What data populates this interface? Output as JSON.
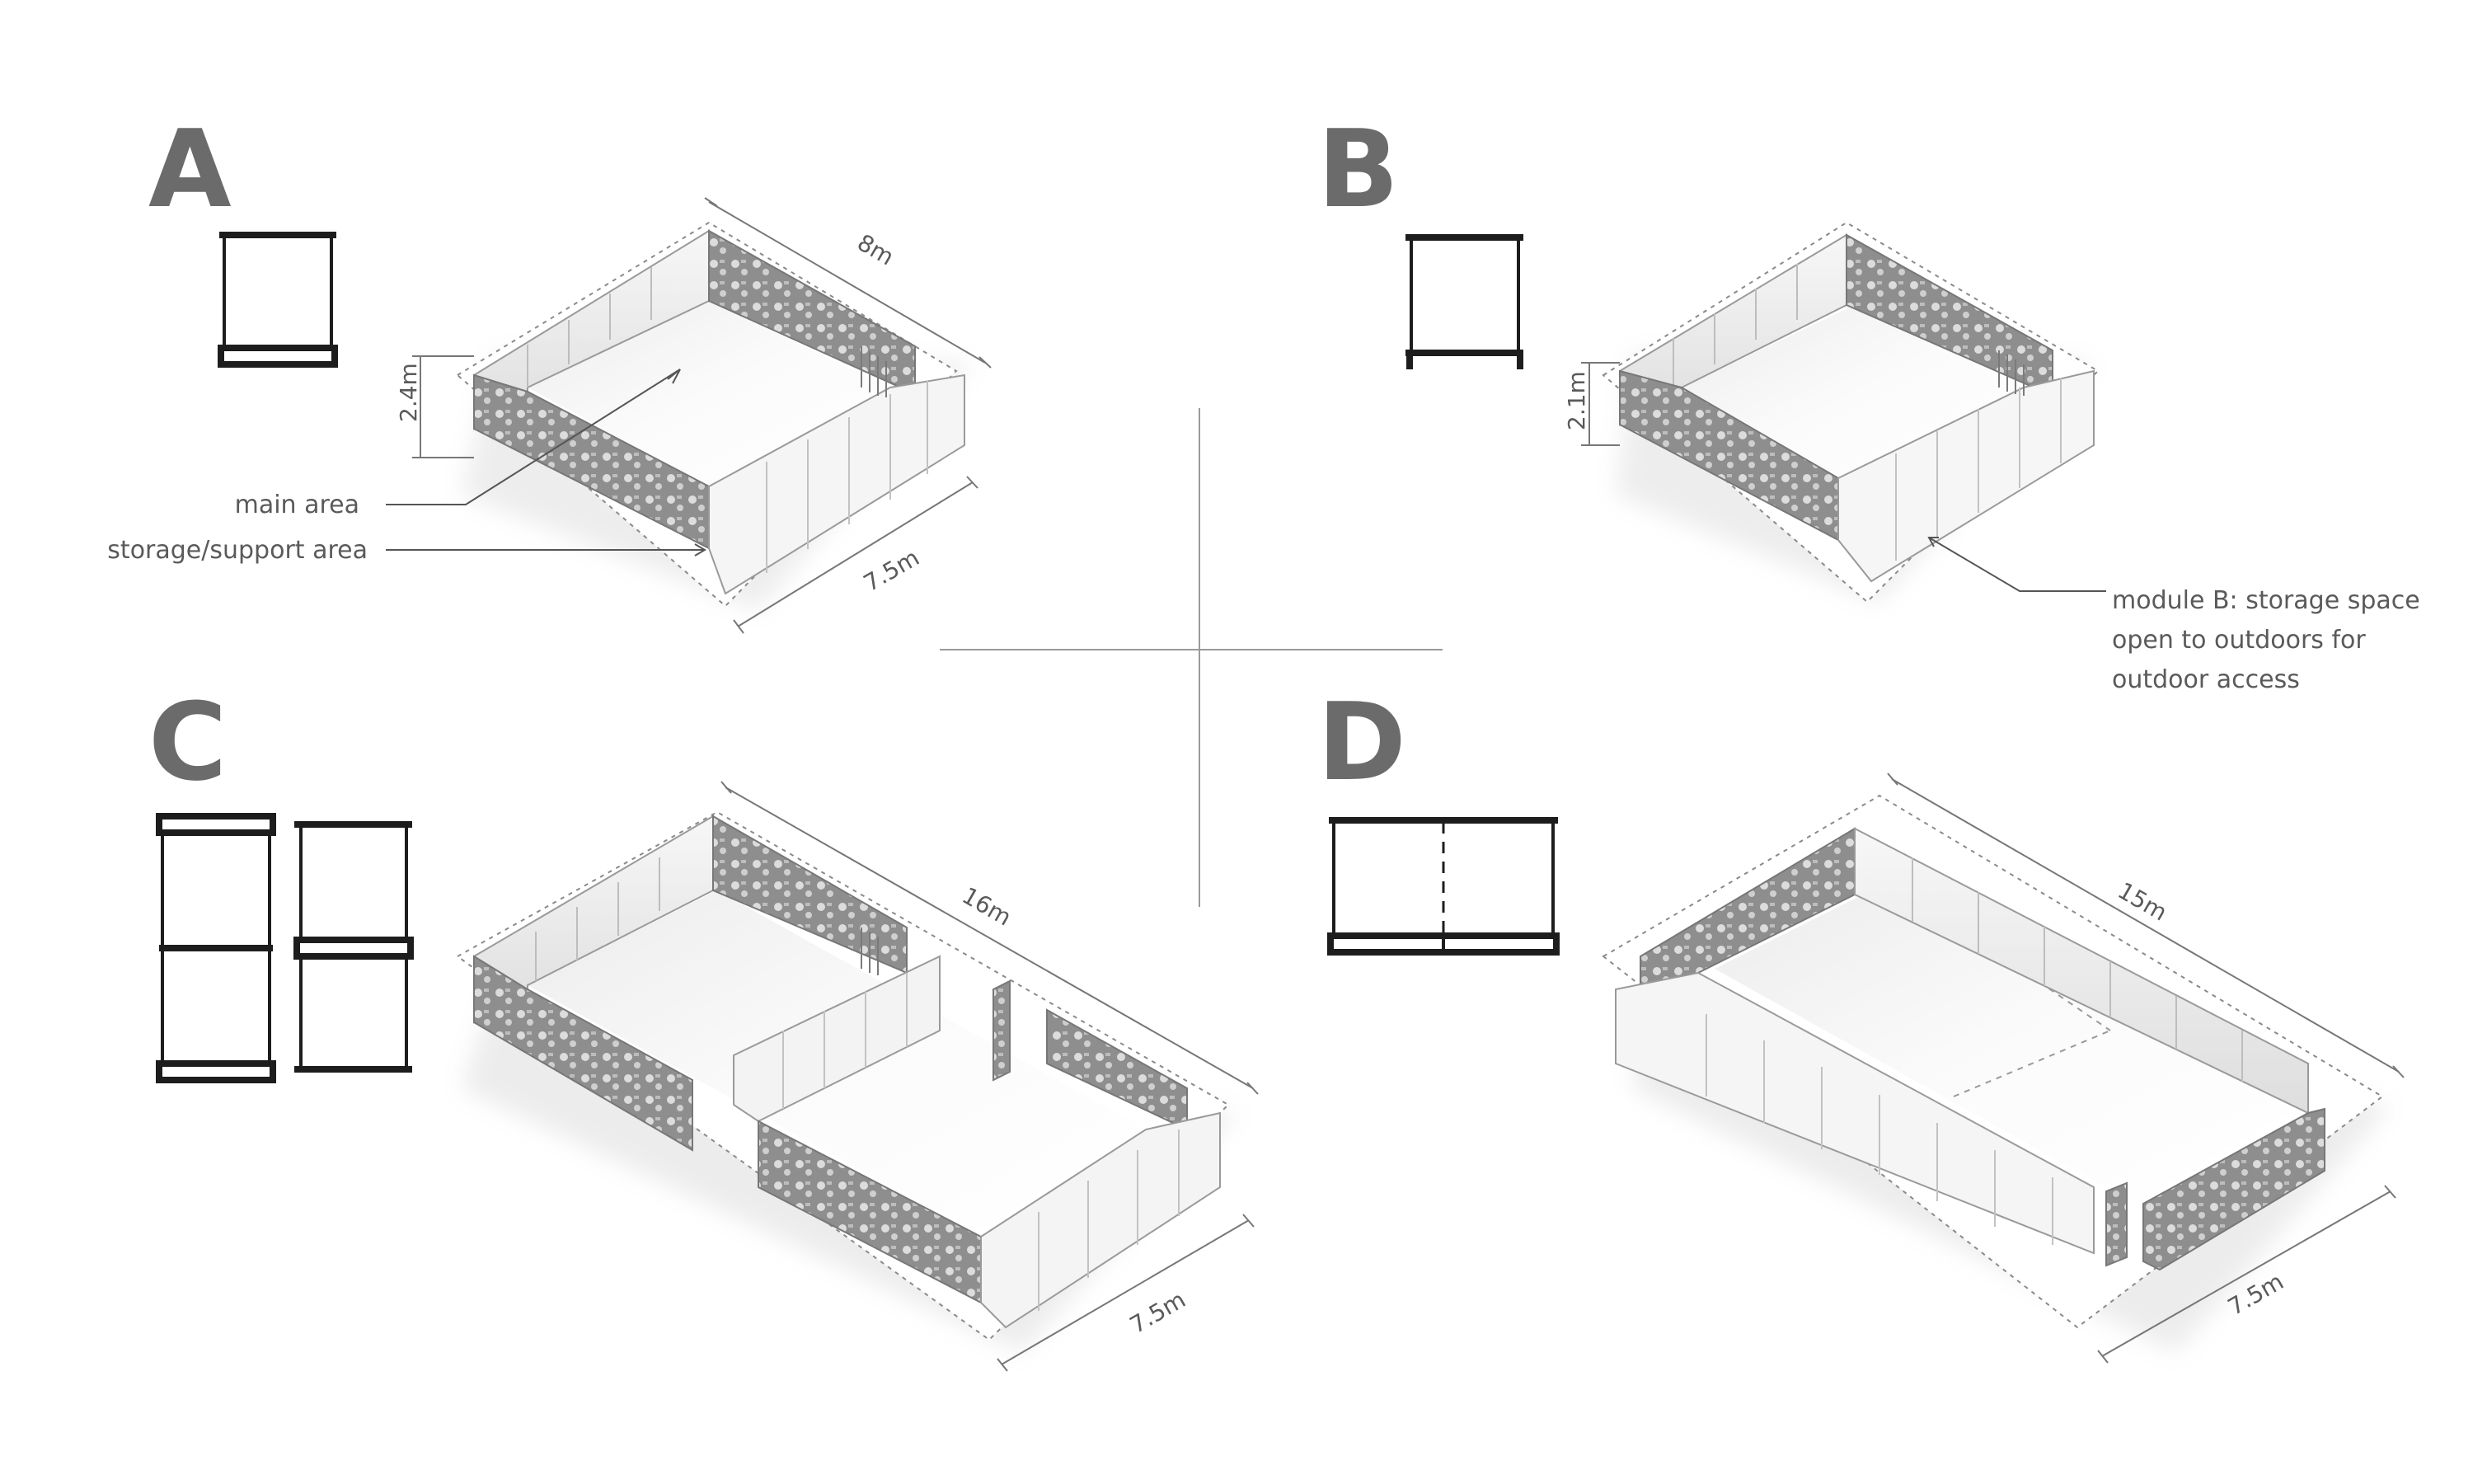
{
  "panels": {
    "a": {
      "letter": "A",
      "dim_length": "8m",
      "dim_width": "7.5m",
      "dim_height": "2.4m",
      "label_main": "main area",
      "label_storage": "storage/support area"
    },
    "b": {
      "letter": "B",
      "dim_height": "2.1m",
      "note_lines": [
        "module B: storage space",
        "open to outdoors for",
        "outdoor access"
      ]
    },
    "c": {
      "letter": "C",
      "dim_length": "16m",
      "dim_width": "7.5m"
    },
    "d": {
      "letter": "D",
      "dim_length": "15m",
      "dim_width": "7.5m"
    }
  },
  "colors": {
    "letter": "#6b6b6b",
    "plan_stroke": "#1d1d1d",
    "screen_panel": "#8c8c8c",
    "wall_light": "#f4f4f4",
    "wall_shade": "#dcdcdc"
  }
}
